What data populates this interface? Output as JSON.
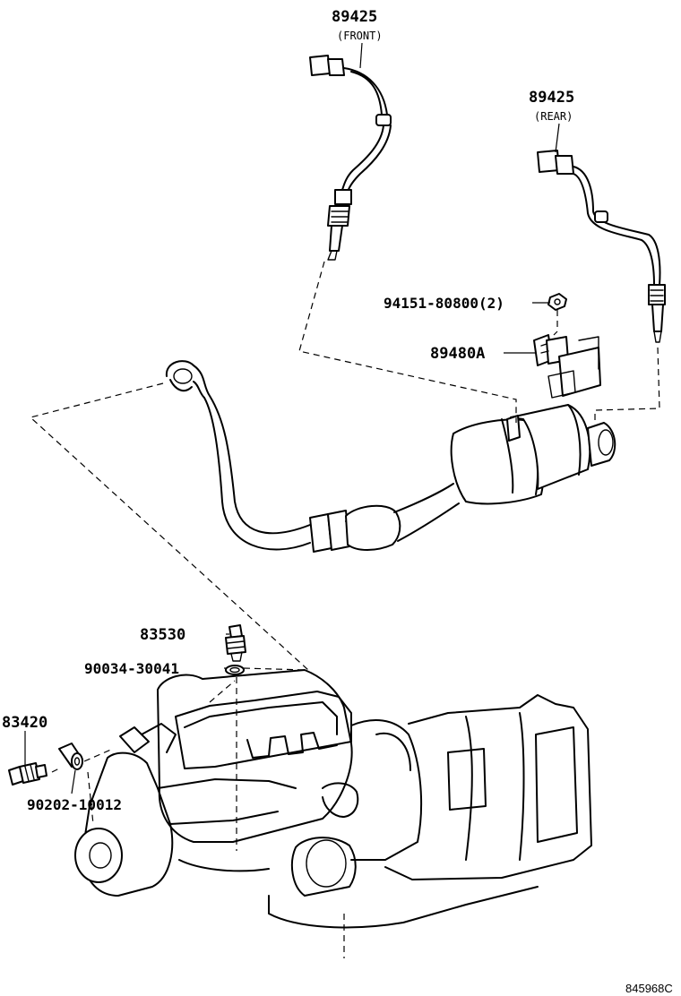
{
  "labels": {
    "front_sensor_number": "89425",
    "front_sensor_note": "(FRONT)",
    "rear_sensor_number": "89425",
    "rear_sensor_note": "(REAR)",
    "nut_number": "94151-80800(2)",
    "bracket_number": "89480A",
    "oil_switch_number": "83530",
    "gasket_number": "90034-30041",
    "temp_sender_number": "83420",
    "washer_number": "90202-10012"
  },
  "illustration_code": "845968C"
}
